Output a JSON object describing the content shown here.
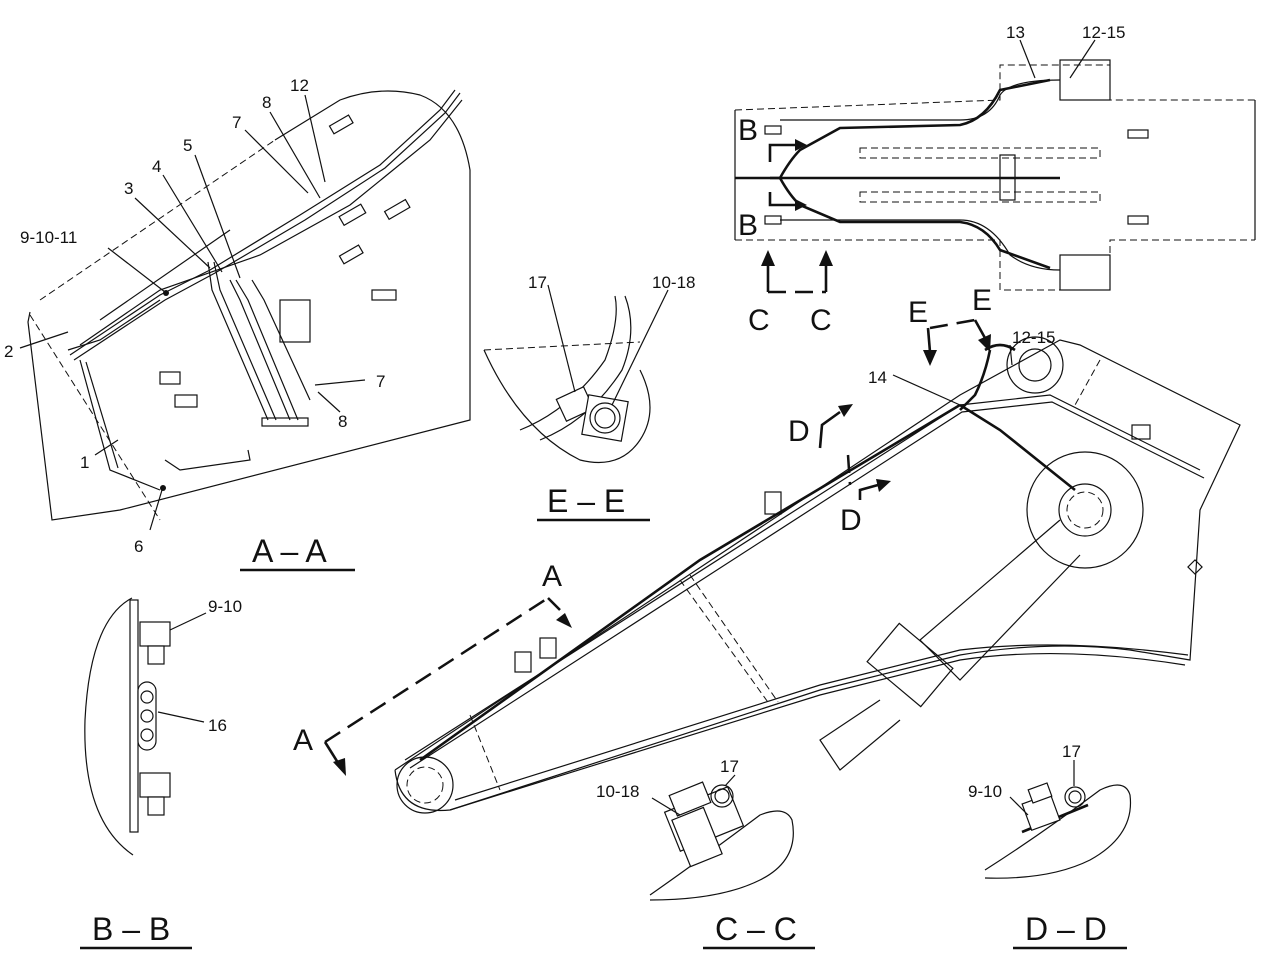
{
  "sections": {
    "aa": "A – A",
    "bb": "B – B",
    "cc": "C – C",
    "dd": "D – D",
    "ee": "E – E"
  },
  "section_markers": {
    "a": "A",
    "b": "B",
    "c": "C",
    "d": "D",
    "e": "E"
  },
  "callouts": {
    "aa": [
      "2",
      "9-10-11",
      "3",
      "4",
      "5",
      "7",
      "8",
      "12",
      "7",
      "8",
      "1",
      "6"
    ],
    "bb": [
      "9-10",
      "16"
    ],
    "ee": [
      "17",
      "10-18"
    ],
    "top": [
      "13",
      "12-15"
    ],
    "boom": [
      "12-15",
      "14"
    ],
    "cc": [
      "10-18",
      "17"
    ],
    "dd": [
      "9-10",
      "17"
    ]
  }
}
